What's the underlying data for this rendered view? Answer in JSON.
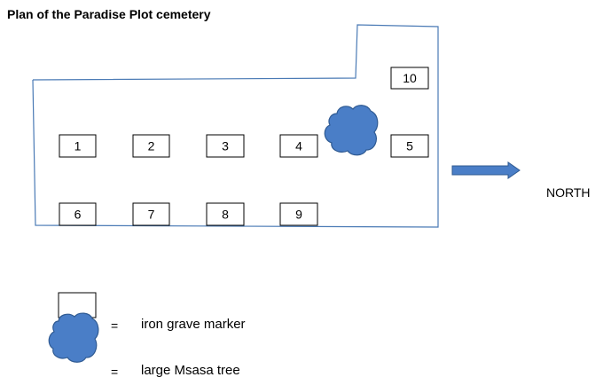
{
  "title": "Plan of the Paradise Plot cemetery",
  "direction_label": "NORTH",
  "graves": [
    {
      "label": "1"
    },
    {
      "label": "2"
    },
    {
      "label": "3"
    },
    {
      "label": "4"
    },
    {
      "label": "5"
    },
    {
      "label": "6"
    },
    {
      "label": "7"
    },
    {
      "label": "8"
    },
    {
      "label": "9"
    },
    {
      "label": "10"
    }
  ],
  "legend": {
    "marker": {
      "symbol": "=",
      "text": "iron grave marker"
    },
    "tree": {
      "symbol": "=",
      "text": "large Msasa tree"
    }
  },
  "colors": {
    "boundary": "#4a7ab5",
    "tree_fill": "#4a7ec7",
    "tree_stroke": "#2f5a92",
    "arrow_fill": "#4a7ec7",
    "arrow_stroke": "#2f5a92"
  }
}
